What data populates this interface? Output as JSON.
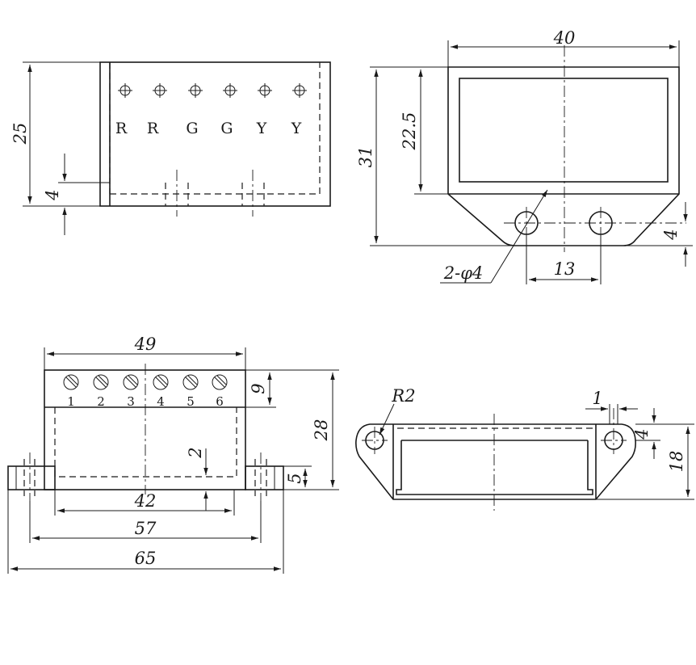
{
  "colors": {
    "ink": "#1a1a1a",
    "paper": "#ffffff"
  },
  "views": {
    "top_left": {
      "dims": {
        "height": "25",
        "lip": "4"
      },
      "terminal_labels": [
        "R",
        "R",
        "G",
        "G",
        "Y",
        "Y"
      ]
    },
    "top_right": {
      "dims": {
        "width": "40",
        "window_height": "22.5",
        "total_height": "31",
        "holes": "2-φ4",
        "hole_spacing": "13",
        "hole_offset": "4"
      }
    },
    "bottom_left": {
      "dims": {
        "width": "49",
        "screw_row": "9",
        "height": "28",
        "inset": "2",
        "flange": "5",
        "inner_width": "42",
        "hole_spacing": "57",
        "overall": "65"
      },
      "terminal_numbers": [
        "1",
        "2",
        "3",
        "4",
        "5",
        "6"
      ]
    },
    "bottom_right": {
      "dims": {
        "radius": "R2",
        "wall": "1",
        "lip": "4",
        "height": "18"
      }
    }
  }
}
